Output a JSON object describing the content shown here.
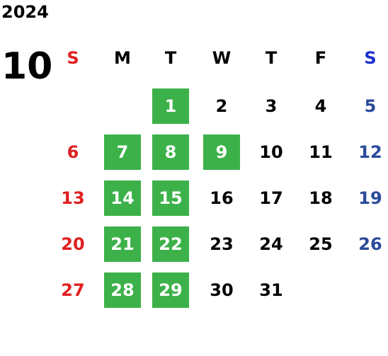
{
  "year": "2024",
  "month": "10",
  "weekdays": [
    "S",
    "M",
    "T",
    "W",
    "T",
    "F",
    "S"
  ],
  "colors": {
    "sunday": "#e02020",
    "saturday": "#2b4a9a",
    "highlight": "#3cb14a"
  },
  "weeks": [
    [
      null,
      null,
      {
        "d": "1",
        "hl": true
      },
      {
        "d": "2"
      },
      {
        "d": "3"
      },
      {
        "d": "4"
      },
      {
        "d": "5"
      }
    ],
    [
      {
        "d": "6"
      },
      {
        "d": "7",
        "hl": true
      },
      {
        "d": "8",
        "hl": true
      },
      {
        "d": "9",
        "hl": true
      },
      {
        "d": "10"
      },
      {
        "d": "11"
      },
      {
        "d": "12"
      }
    ],
    [
      {
        "d": "13"
      },
      {
        "d": "14",
        "hl": true
      },
      {
        "d": "15",
        "hl": true
      },
      {
        "d": "16"
      },
      {
        "d": "17"
      },
      {
        "d": "18"
      },
      {
        "d": "19"
      }
    ],
    [
      {
        "d": "20"
      },
      {
        "d": "21",
        "hl": true
      },
      {
        "d": "22",
        "hl": true
      },
      {
        "d": "23"
      },
      {
        "d": "24"
      },
      {
        "d": "25"
      },
      {
        "d": "26"
      }
    ],
    [
      {
        "d": "27"
      },
      {
        "d": "28",
        "hl": true
      },
      {
        "d": "29",
        "hl": true
      },
      {
        "d": "30"
      },
      {
        "d": "31"
      },
      null,
      null
    ]
  ]
}
